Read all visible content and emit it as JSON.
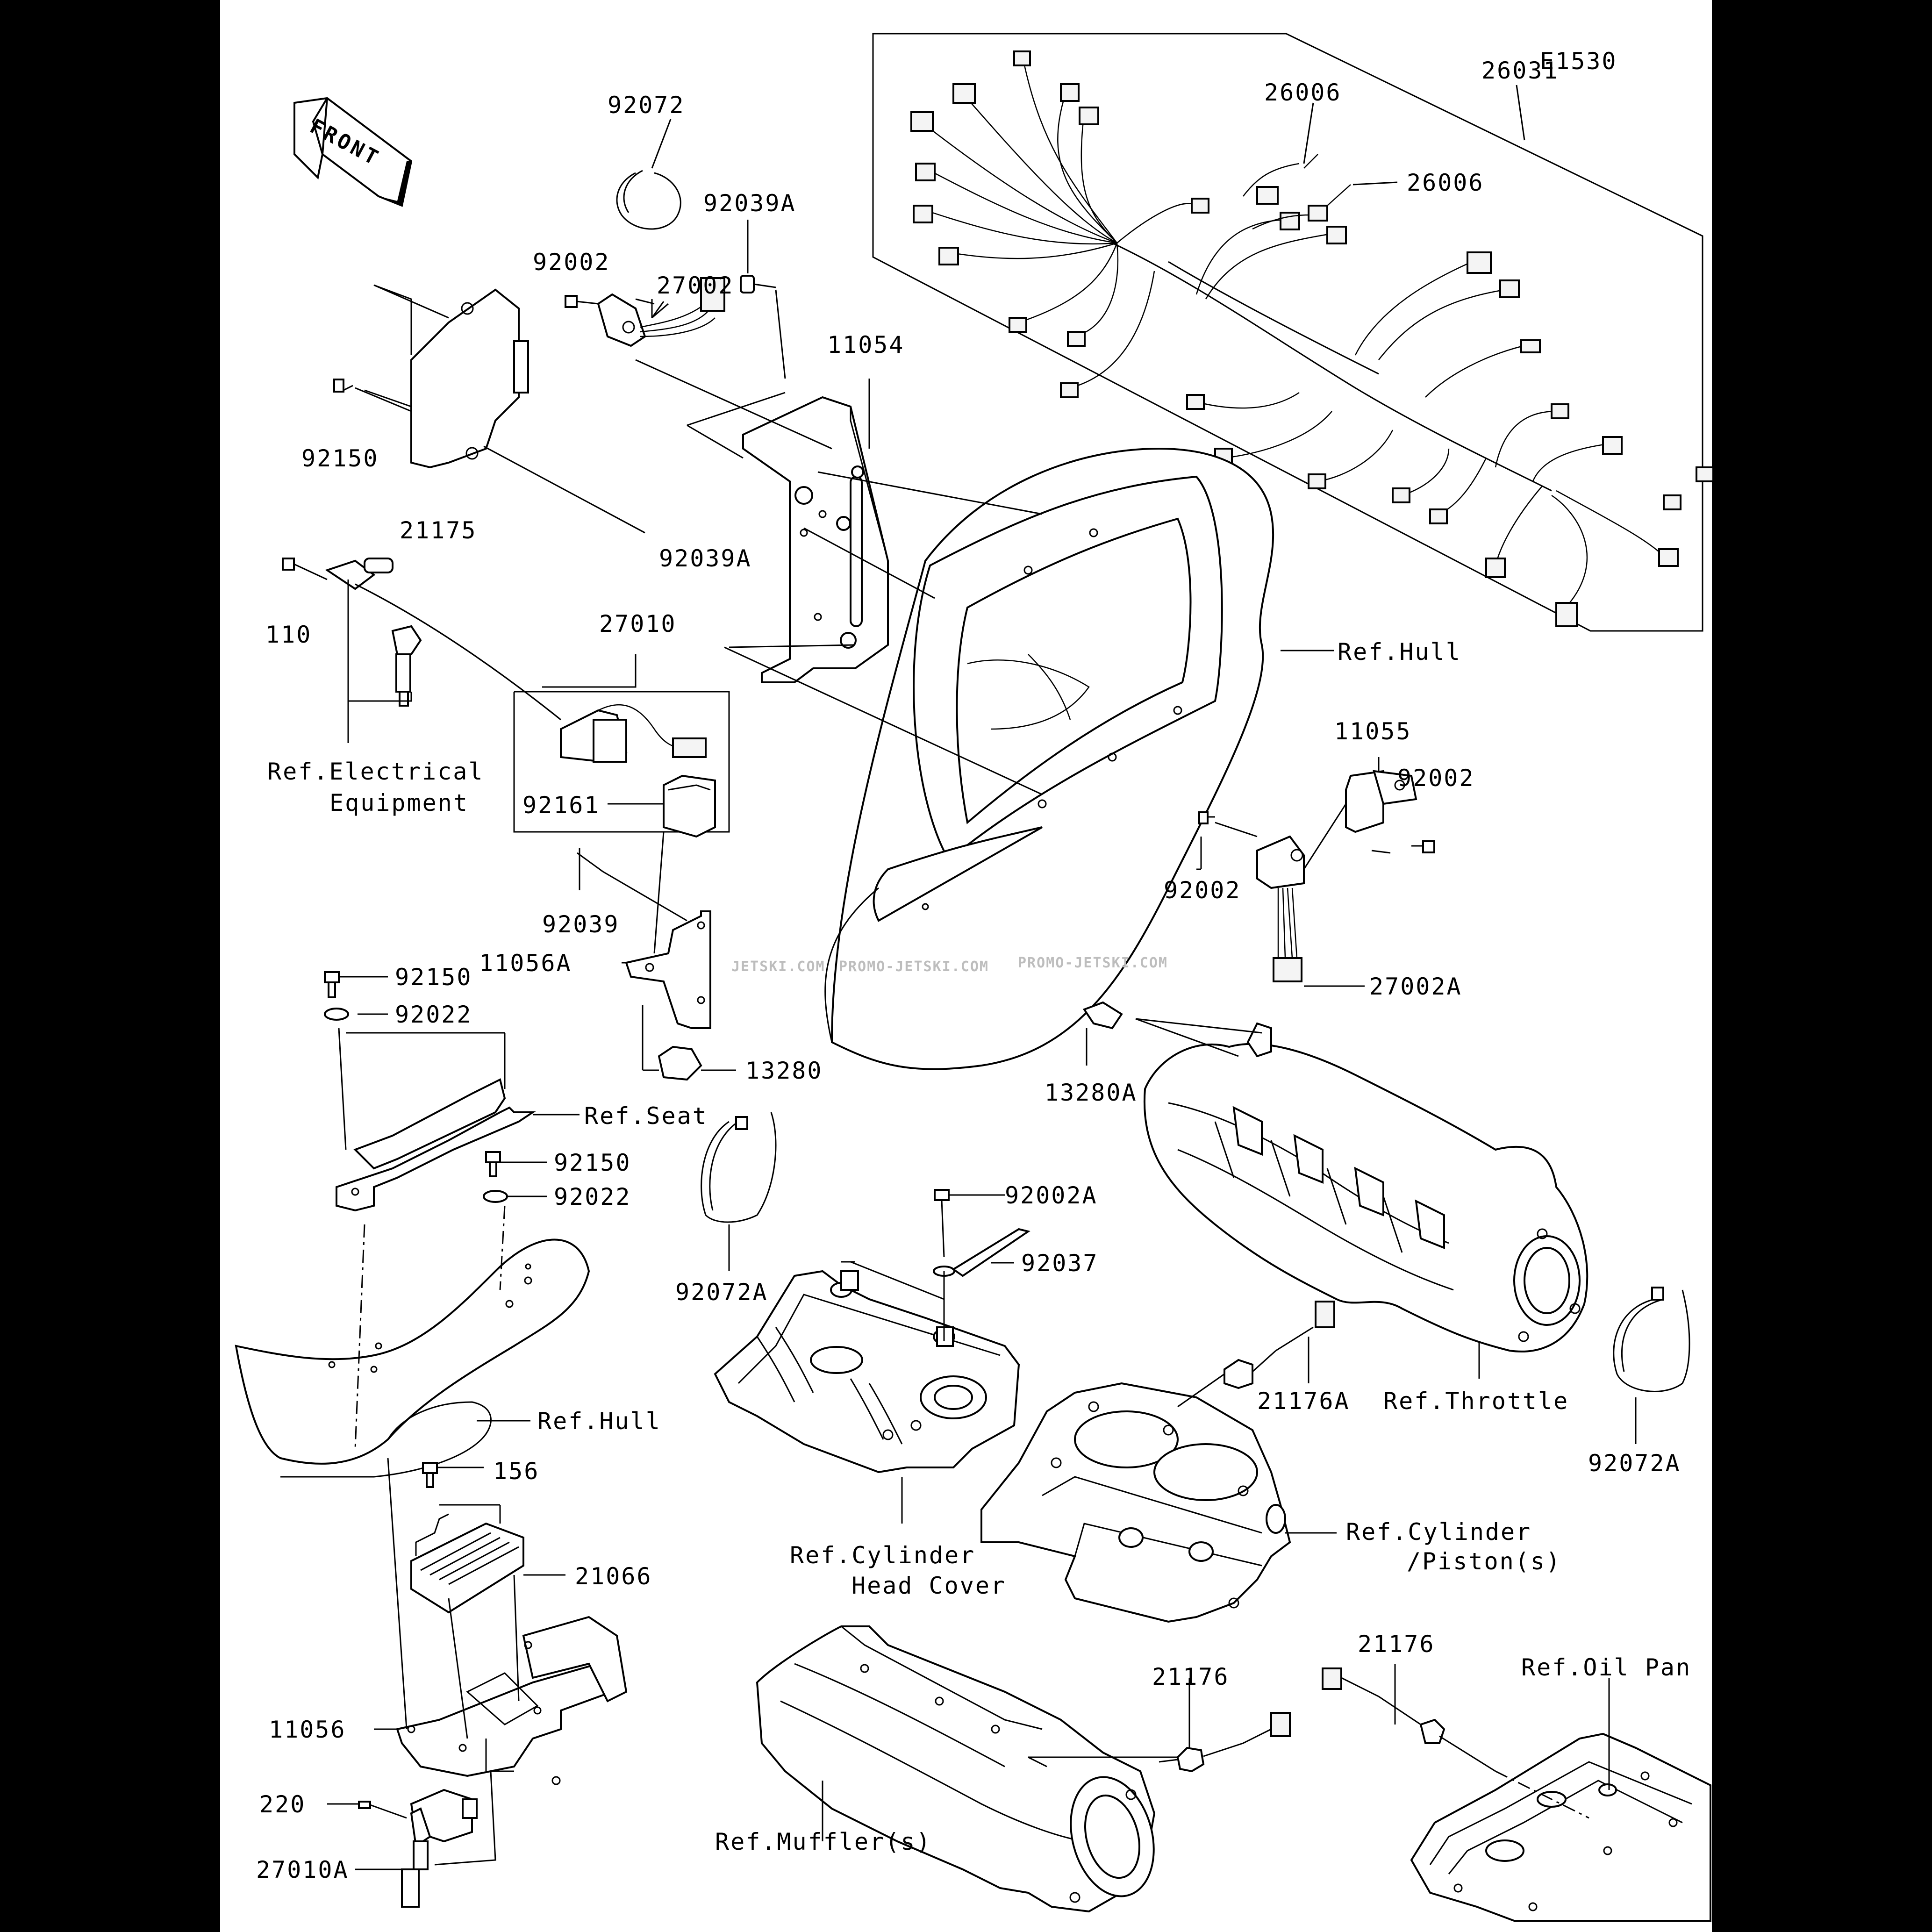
{
  "diagram_code": "E1530",
  "front_marker": "FRONT",
  "watermark": [
    "JETSKI.COM",
    "PROMO-JETSKI.COM",
    "PROMO-JETSKI.COM"
  ],
  "parts": {
    "p26031": "26031",
    "p26006a": "26006",
    "p26006b": "26006",
    "p92072": "92072",
    "p92039a_top": "92039A",
    "p92002_top": "92002",
    "p27002": "27002",
    "p11054": "11054",
    "p92150_top": "92150",
    "p21175": "21175",
    "p92039a_mid": "92039A",
    "p110": "110",
    "p27010": "27010",
    "p92161": "92161",
    "p11055": "11055",
    "p92002_right": "92002",
    "p92002_mid": "92002",
    "p27002a": "27002A",
    "p92039": "92039",
    "p11056a": "11056A",
    "p92150_mid": "92150",
    "p92022_mid": "92022",
    "p13280": "13280",
    "p13280a": "13280A",
    "p92150_low": "92150",
    "p92022_low": "92022",
    "p92072a_left": "92072A",
    "p92002a": "92002A",
    "p92037": "92037",
    "p21176a": "21176A",
    "p92072a_right": "92072A",
    "p156": "156",
    "p21066": "21066",
    "p21176_left": "21176",
    "p21176_right": "21176",
    "p11056": "11056",
    "p220": "220",
    "p27010a": "27010A"
  },
  "refs": {
    "hull_top": "Ref.Hull",
    "electrical_1": "Ref.Electrical",
    "electrical_2": "Equipment",
    "seat": "Ref.Seat",
    "hull_low": "Ref.Hull",
    "throttle": "Ref.Throttle",
    "cyl_head_1": "Ref.Cylinder",
    "cyl_head_2": "Head Cover",
    "cylinder_1": "Ref.Cylinder",
    "cylinder_2": "/Piston(s)",
    "oil_pan": "Ref.Oil Pan",
    "muffler": "Ref.Muffler(s)"
  }
}
